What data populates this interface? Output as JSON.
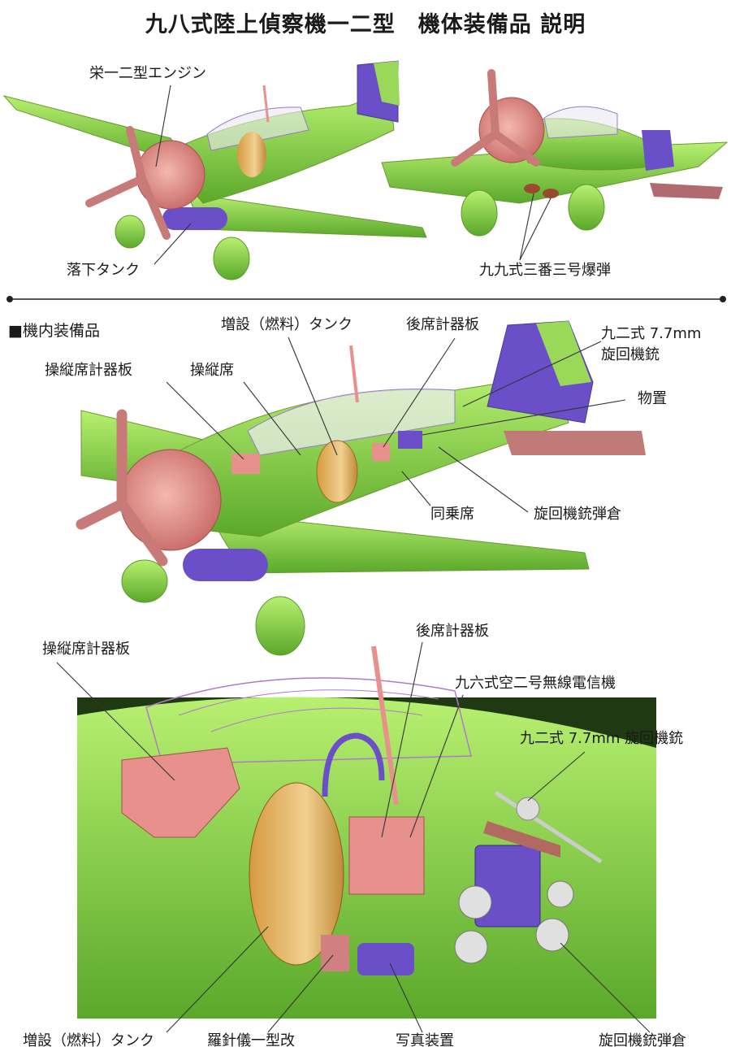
{
  "title": "九八式陸上偵察機一二型　機体装備品 説明",
  "top": {
    "engine_label": "栄一二型エンジン",
    "droptank_label": "落下タンク",
    "bomb_label": "九九式三番三号爆弾"
  },
  "section_header": "■機内装備品",
  "middle": {
    "aux_tank": "増設（燃料）タンク",
    "rear_panel": "後席計器板",
    "gun_line1": "九二式 7.7mm",
    "gun_line2": "旋回機銃",
    "pilot_panel": "操縦席計器板",
    "pilot_seat": "操縦席",
    "storage": "物置",
    "observer_seat": "同乗席",
    "magazine": "旋回機銃弾倉"
  },
  "bottom": {
    "rear_panel": "後席計器板",
    "pilot_panel": "操縦席計器板",
    "radio": "九六式空二号無線電信機",
    "gun": "九二式 7.7mm 旋回機銃",
    "aux_tank": "増設（燃料）タンク",
    "compass": "羅針儀一型改",
    "camera": "写真装置",
    "magazine": "旋回機銃弾倉"
  },
  "colors": {
    "airframe_green": "#8fd94a",
    "engine_salmon": "#e8908c",
    "tail_purple": "#6a4fc8",
    "tank_gold": "#e0b060",
    "bomb_brown": "#9a4a30"
  }
}
